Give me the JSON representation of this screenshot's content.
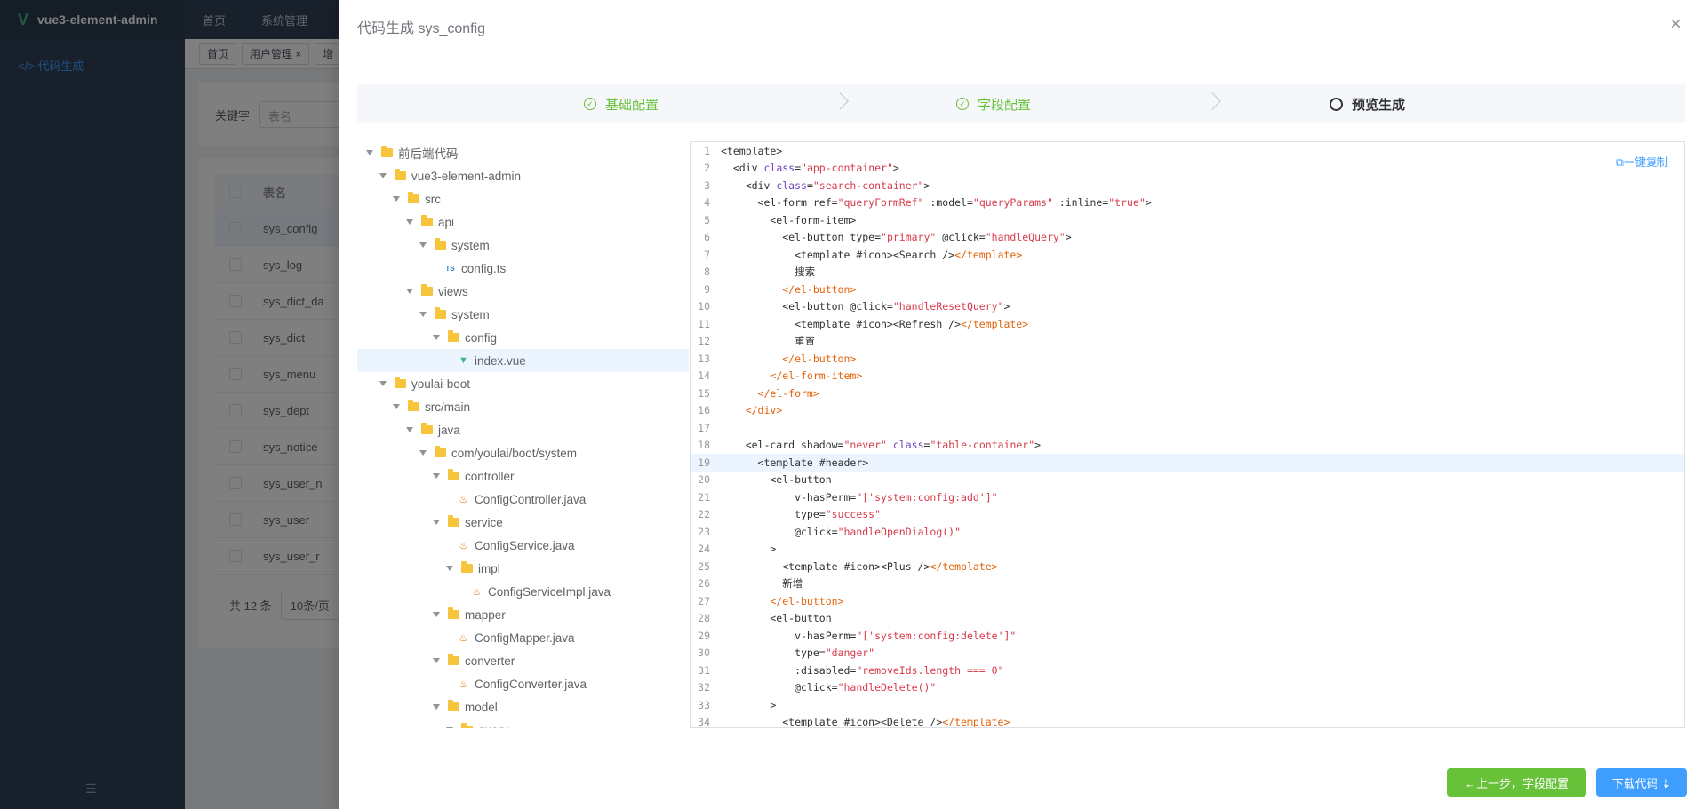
{
  "app": {
    "logo_mark": "V",
    "title": "vue3-element-admin"
  },
  "sidebar": {
    "menu_item": "</> 代码生成",
    "collapse_icon": "☰"
  },
  "navbar": {
    "items": [
      "首页",
      "系统管理"
    ]
  },
  "tags": [
    "首页",
    "用户管理 ×",
    "增"
  ],
  "search": {
    "label": "关键字",
    "placeholder": "表名"
  },
  "table": {
    "header": "表名",
    "rows": [
      "sys_config",
      "sys_log",
      "sys_dict_da",
      "sys_dict",
      "sys_menu",
      "sys_dept",
      "sys_notice",
      "sys_user_n",
      "sys_user",
      "sys_user_r"
    ]
  },
  "pager": {
    "total": "共 12 条",
    "size": "10条/页"
  },
  "drawer": {
    "title": "代码生成 sys_config",
    "close": "×",
    "steps": [
      {
        "label": "基础配置",
        "state": "done"
      },
      {
        "label": "字段配置",
        "state": "done"
      },
      {
        "label": "预览生成",
        "state": "active"
      }
    ],
    "copy_label": "一键复制",
    "prev_label": "←上一步，字段配置",
    "download_label": "下载代码 ⇣"
  },
  "tree": [
    {
      "label": "前后端代码",
      "type": "folder",
      "level": 0
    },
    {
      "label": "vue3-element-admin",
      "type": "folder",
      "level": 1
    },
    {
      "label": "src",
      "type": "folder",
      "level": 2
    },
    {
      "label": "api",
      "type": "folder",
      "level": 3
    },
    {
      "label": "system",
      "type": "folder",
      "level": 4
    },
    {
      "label": "config.ts",
      "type": "ts",
      "level": 5
    },
    {
      "label": "views",
      "type": "folder",
      "level": 3
    },
    {
      "label": "system",
      "type": "folder",
      "level": 4
    },
    {
      "label": "config",
      "type": "folder",
      "level": 5
    },
    {
      "label": "index.vue",
      "type": "vue",
      "level": 6,
      "selected": true
    },
    {
      "label": "youlai-boot",
      "type": "folder",
      "level": 1
    },
    {
      "label": "src/main",
      "type": "folder",
      "level": 2
    },
    {
      "label": "java",
      "type": "folder",
      "level": 3
    },
    {
      "label": "com/youlai/boot/system",
      "type": "folder",
      "level": 4
    },
    {
      "label": "controller",
      "type": "folder",
      "level": 5
    },
    {
      "label": "ConfigController.java",
      "type": "java",
      "level": 6
    },
    {
      "label": "service",
      "type": "folder",
      "level": 5
    },
    {
      "label": "ConfigService.java",
      "type": "java",
      "level": 6
    },
    {
      "label": "impl",
      "type": "folder",
      "level": 6
    },
    {
      "label": "ConfigServiceImpl.java",
      "type": "java",
      "level": 7
    },
    {
      "label": "mapper",
      "type": "folder",
      "level": 5
    },
    {
      "label": "ConfigMapper.java",
      "type": "java",
      "level": 6
    },
    {
      "label": "converter",
      "type": "folder",
      "level": 5
    },
    {
      "label": "ConfigConverter.java",
      "type": "java",
      "level": 6
    },
    {
      "label": "model",
      "type": "folder",
      "level": 5
    },
    {
      "label": "query",
      "type": "folder",
      "level": 6
    }
  ],
  "code": {
    "highlight_line": 19,
    "lines": [
      "<template>",
      "  <div class=\"app-container\">",
      "    <div class=\"search-container\">",
      "      <el-form ref=\"queryFormRef\" :model=\"queryParams\" :inline=\"true\">",
      "        <el-form-item>",
      "          <el-button type=\"primary\" @click=\"handleQuery\">",
      "            <template #icon><Search /></template>",
      "            搜索",
      "          </el-button>",
      "          <el-button @click=\"handleResetQuery\">",
      "            <template #icon><Refresh /></template>",
      "            重置",
      "          </el-button>",
      "        </el-form-item>",
      "      </el-form>",
      "    </div>",
      "",
      "    <el-card shadow=\"never\" class=\"table-container\">",
      "      <template #header>",
      "        <el-button",
      "            v-hasPerm=\"['system:config:add']\"",
      "            type=\"success\"",
      "            @click=\"handleOpenDialog()\"",
      "        >",
      "          <template #icon><Plus /></template>",
      "          新增",
      "        </el-button>",
      "        <el-button",
      "            v-hasPerm=\"['system:config:delete']\"",
      "            type=\"danger\"",
      "            :disabled=\"removeIds.length === 0\"",
      "            @click=\"handleDelete()\"",
      "        >",
      "          <template #icon><Delete /></template>"
    ]
  },
  "colors": {
    "tag": "#22863a",
    "attr": "#6f42c1",
    "string": "#d73a49",
    "close_tag": "#e36209",
    "success": "#67c23a",
    "primary": "#409eff"
  }
}
